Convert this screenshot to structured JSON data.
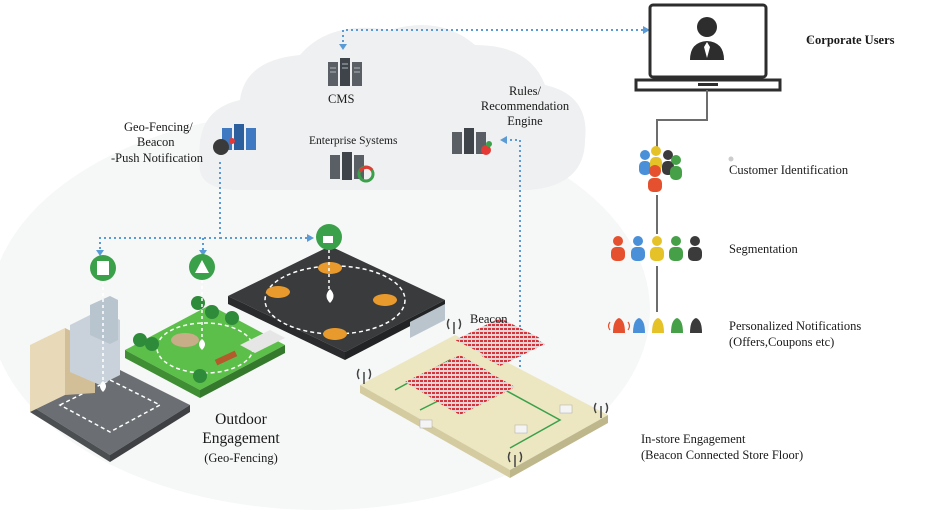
{
  "labels": {
    "corporate_users": "Corporate Users",
    "cms": "CMS",
    "rules_line1": "Rules/",
    "rules_line2": "Recommendation",
    "rules_line3": "Engine",
    "geo_line1": "Geo-Fencing/",
    "geo_line2": "Beacon",
    "geo_line3": "-Push Notification",
    "enterprise": "Enterprise Systems",
    "customer_id": "Customer Identification",
    "segmentation": "Segmentation",
    "personalized_line1": "Personalized Notifications",
    "personalized_line2": "(Offers,Coupons etc)",
    "beacon": "Beacon",
    "outdoor_line1": "Outdoor",
    "outdoor_line2": "Engagement",
    "outdoor_line3": "(Geo-Fencing)",
    "instore_line1": "In-store Engagement",
    "instore_line2": "(Beacon Connected Store Floor)"
  },
  "colors": {
    "connector": "#5b9bd5",
    "marker_green": "#3aa14a",
    "cloud": "#eef0f1",
    "people": [
      "#e5502e",
      "#4a90d9",
      "#e6c229",
      "#45a048",
      "#3b3b3b"
    ]
  },
  "icons": [
    "laptop-user-icon",
    "server-icon",
    "building-marker-icon",
    "park-marker-icon",
    "cafe-marker-icon",
    "people-group-icon",
    "bell-icon",
    "beacon-signal-icon"
  ]
}
